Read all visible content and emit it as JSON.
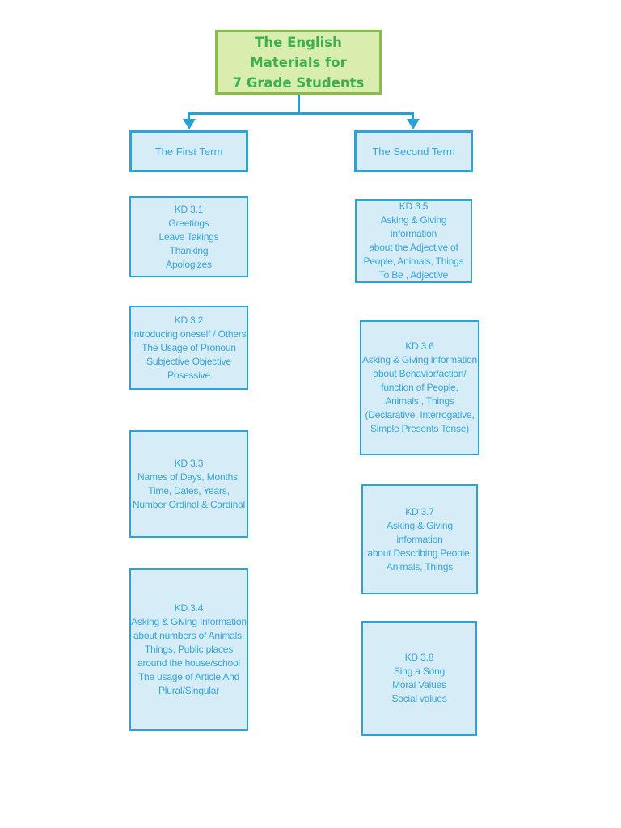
{
  "diagram": {
    "colors": {
      "title_fill": "#d9edae",
      "title_border": "#86bf45",
      "title_text": "#3db04b",
      "box_fill": "#d6ecf7",
      "box_border": "#2da2d4",
      "box_text": "#35a6d8",
      "connector": "#2b9fd3"
    },
    "title": {
      "text": "The English Materials for\n7 Grade Students"
    },
    "terms": [
      {
        "label": "The First Term"
      },
      {
        "label": "The Second Term"
      }
    ],
    "left_boxes": [
      {
        "id": "KD 3.1",
        "text": "KD 3.1\nGreetings\nLeave Takings\nThanking\nApologizes"
      },
      {
        "id": "KD 3.2",
        "text": "KD 3.2\nIntroducing oneself / Others\nThe Usage of Pronoun\nSubjective Objective\nPosessive"
      },
      {
        "id": "KD 3.3",
        "text": "KD 3.3\nNames of Days, Months,\nTime, Dates, Years,\nNumber Ordinal & Cardinal"
      },
      {
        "id": "KD 3.4",
        "text": "KD 3.4\nAsking & Giving Information\nabout numbers of Animals,\nThings, Public places\naround the house/school\nThe usage of Article And\nPlural/Singular"
      }
    ],
    "right_boxes": [
      {
        "id": "KD 3.5",
        "text": "KD 3.5\nAsking & Giving information\nabout the Adjective of\nPeople, Animals, Things\nTo Be , Adjective"
      },
      {
        "id": "KD 3.6",
        "text": "KD 3.6\nAsking & Giving information\nabout Behavior/action/\nfunction of People,\nAnimals , Things\n(Declarative, Interrogative,\nSimple Presents Tense)"
      },
      {
        "id": "KD 3.7",
        "text": "KD 3.7\nAsking & Giving information\nabout Describing People,\nAnimals, Things"
      },
      {
        "id": "KD 3.8",
        "text": "KD 3.8\nSing a Song\nMoral Values\nSocial values"
      }
    ]
  }
}
